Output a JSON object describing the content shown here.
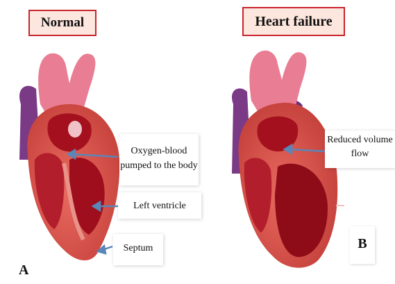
{
  "panels": {
    "normal": {
      "title": "Normal",
      "letter": "A",
      "labels": {
        "oxygen": [
          "Oxygen-blood",
          "pumped to the body"
        ],
        "left_ventricle": "Left ventricle",
        "septum": "Septum"
      }
    },
    "heart_failure": {
      "title": "Heart failure",
      "letter": "B",
      "labels": {
        "reduced": [
          "Reduced volume",
          "flow"
        ]
      }
    }
  },
  "colors": {
    "title_border": "#c8242b",
    "title_fill": "#fce6dd",
    "arrow": "#5a86b8",
    "muscle": "#d9584f",
    "chamber": "#a5101e",
    "vessel": "#e86f87",
    "vein": "#7b3a86"
  }
}
